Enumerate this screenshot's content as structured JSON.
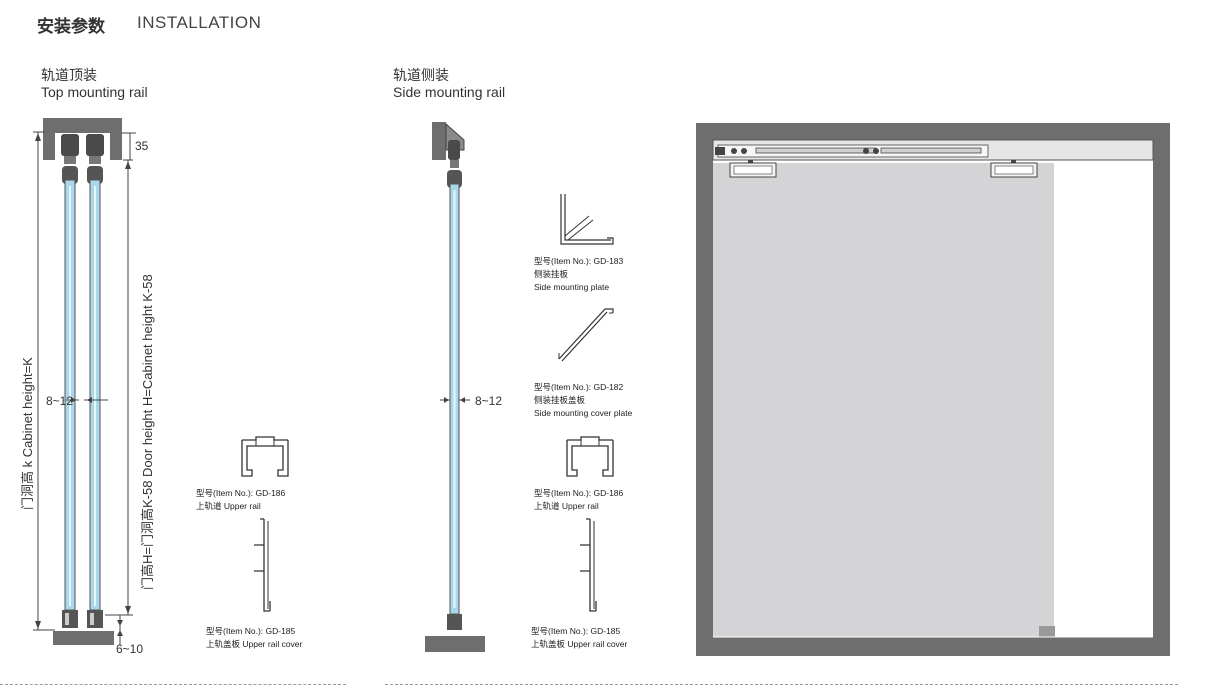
{
  "header": {
    "title_cn": "安装参数",
    "title_en": "INSTALLATION"
  },
  "sections": {
    "top": {
      "cn": "轨道顶装",
      "en": "Top mounting rail"
    },
    "side": {
      "cn": "轨道侧装",
      "en": "Side mounting rail"
    }
  },
  "dims": {
    "d35": "35",
    "gap_left": "8~12",
    "gap_side": "8~12",
    "bottom": "6~10",
    "cabinet": "门洞高 k  Cabinet height=K",
    "door": "门高H=门洞高K-58  Door height H=Cabinet height K-58"
  },
  "parts": {
    "gd186_a": {
      "item": "型号(Item No.): GD-186",
      "name": "上轨道 Upper rail"
    },
    "gd185_a": {
      "item": "型号(Item No.): GD-185",
      "name": "上轨盖板 Upper rail cover"
    },
    "gd183": {
      "item": "型号(Item No.): GD-183",
      "cn": "侧装挂板",
      "en": "Side mounting plate"
    },
    "gd182": {
      "item": "型号(Item No.): GD-182",
      "cn": "侧装挂板盖板",
      "en": "Side mounting cover plate"
    },
    "gd186_b": {
      "item": "型号(Item No.): GD-186",
      "name": "上轨道 Upper rail"
    },
    "gd185_b": {
      "item": "型号(Item No.): GD-185",
      "name": "上轨盖板 Upper rail cover"
    }
  },
  "colors": {
    "glass": "#a9d8ec",
    "frame": "#6e6e6e",
    "panel": "#d4d4d6",
    "line": "#444444"
  }
}
